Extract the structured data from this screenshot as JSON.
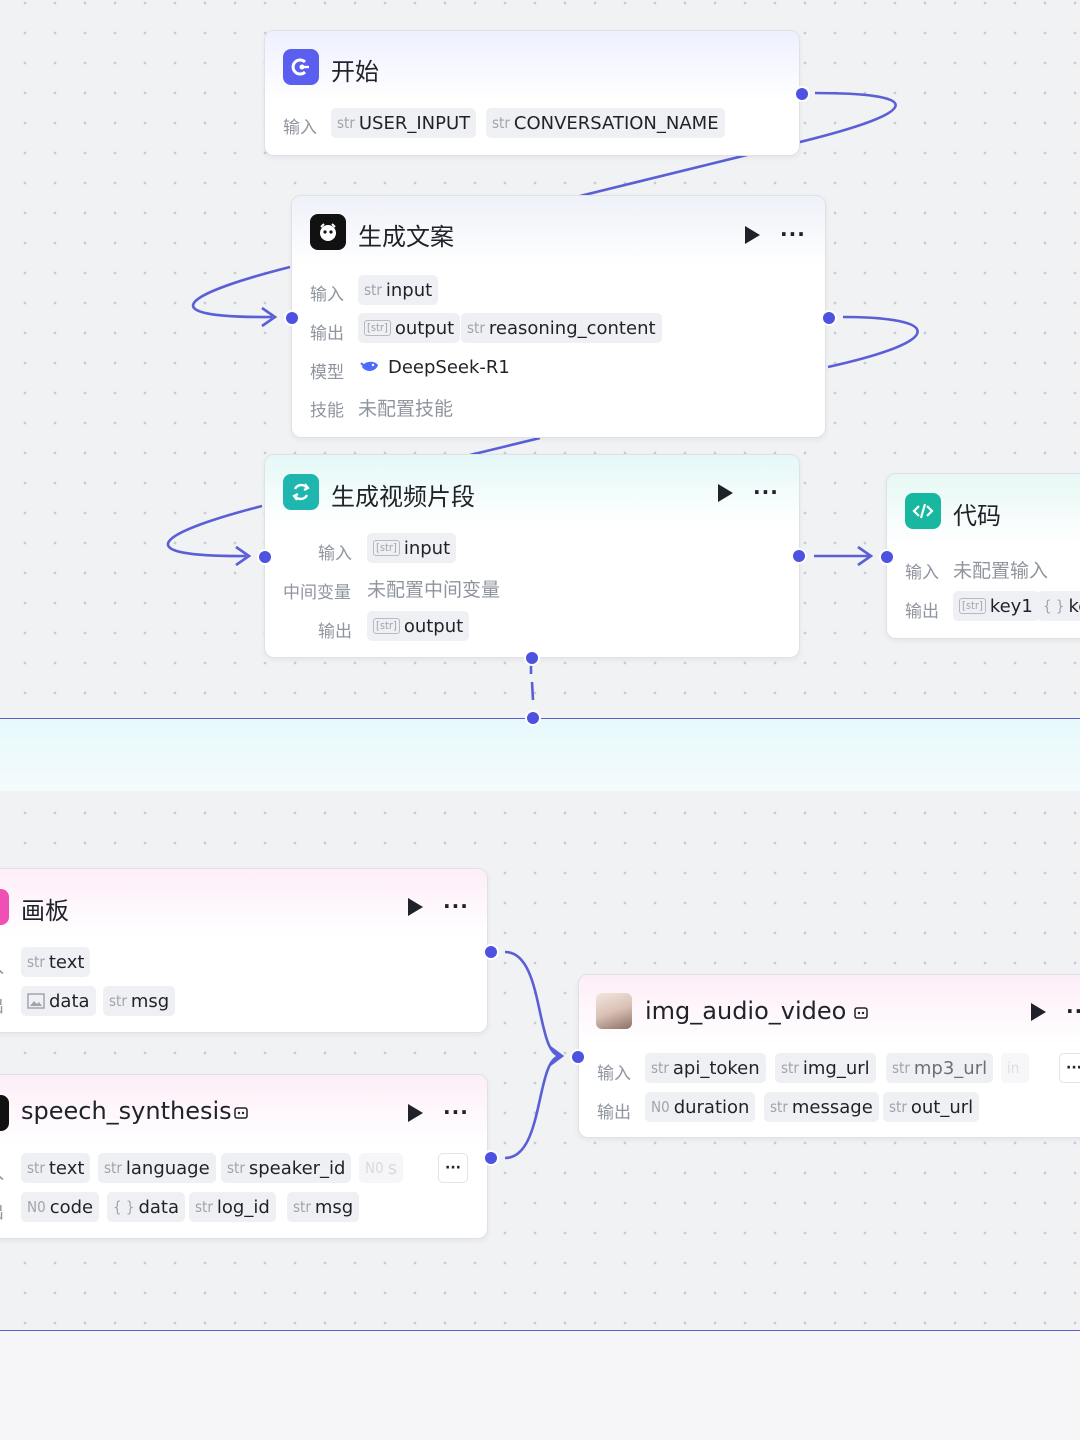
{
  "start": {
    "title": "开始",
    "input_label": "输入",
    "inputs": [
      {
        "type": "str",
        "name": "USER_INPUT"
      },
      {
        "type": "str",
        "name": "CONVERSATION_NAME"
      }
    ]
  },
  "gen_copy": {
    "title": "生成文案",
    "input_label": "输入",
    "output_label": "输出",
    "model_label": "模型",
    "skill_label": "技能",
    "input": {
      "type": "str",
      "name": "input"
    },
    "outputs": [
      {
        "type": "[str]",
        "name": "output"
      },
      {
        "type": "str",
        "name": "reasoning_content"
      }
    ],
    "model": "DeepSeek-R1",
    "skill": "未配置技能"
  },
  "gen_video": {
    "title": "生成视频片段",
    "input_label": "输入",
    "mid_label": "中间变量",
    "output_label": "输出",
    "input": {
      "type": "[str]",
      "name": "input"
    },
    "mid_value": "未配置中间变量",
    "output": {
      "type": "[str]",
      "name": "output"
    }
  },
  "code": {
    "title": "代码",
    "input_label": "输入",
    "input_value": "未配置输入",
    "output_label": "输出",
    "outputs": [
      {
        "type": "[str]",
        "name": "key1"
      },
      {
        "type": "{ }",
        "name": "ke"
      }
    ]
  },
  "canvas": {
    "title": "画板",
    "input_label": "入",
    "output_label": "出",
    "input": {
      "type": "str",
      "name": "text"
    },
    "outputs": [
      {
        "type": "img",
        "name": "data"
      },
      {
        "type": "str",
        "name": "msg"
      }
    ]
  },
  "speech": {
    "title": "speech_synthesis",
    "input_label": "入",
    "output_label": "出",
    "inputs": [
      {
        "type": "str",
        "name": "text"
      },
      {
        "type": "str",
        "name": "language"
      },
      {
        "type": "str",
        "name": "speaker_id"
      },
      {
        "type": "N0",
        "name": "s"
      }
    ],
    "more": "···",
    "outputs": [
      {
        "type": "N0",
        "name": "code"
      },
      {
        "type": "{ }",
        "name": "data"
      },
      {
        "type": "str",
        "name": "log_id"
      },
      {
        "type": "str",
        "name": "msg"
      }
    ]
  },
  "iav": {
    "title": "img_audio_video",
    "input_label": "输入",
    "output_label": "输出",
    "inputs": [
      {
        "type": "str",
        "name": "api_token"
      },
      {
        "type": "str",
        "name": "img_url"
      },
      {
        "type": "str",
        "name": "mp3_url"
      },
      {
        "type": "in",
        "name": ""
      }
    ],
    "more": "···",
    "outputs": [
      {
        "type": "N0",
        "name": "duration"
      },
      {
        "type": "str",
        "name": "message"
      },
      {
        "type": "str",
        "name": "out_url"
      }
    ]
  },
  "colors": {
    "edge": "#5a5fd6",
    "port": "#4e52e0",
    "start_icon": "#5a5ff0",
    "video_icon": "#1fb6b0",
    "code_icon": "#18b7a0",
    "canvas_icon": "#f04fb3"
  },
  "icons": {
    "start": "start-flag-icon",
    "llm": "robot-icon",
    "loop": "loop-icon",
    "code": "code-icon",
    "plugin": "plugin-icon",
    "deepseek": "deepseek-whale-icon"
  }
}
